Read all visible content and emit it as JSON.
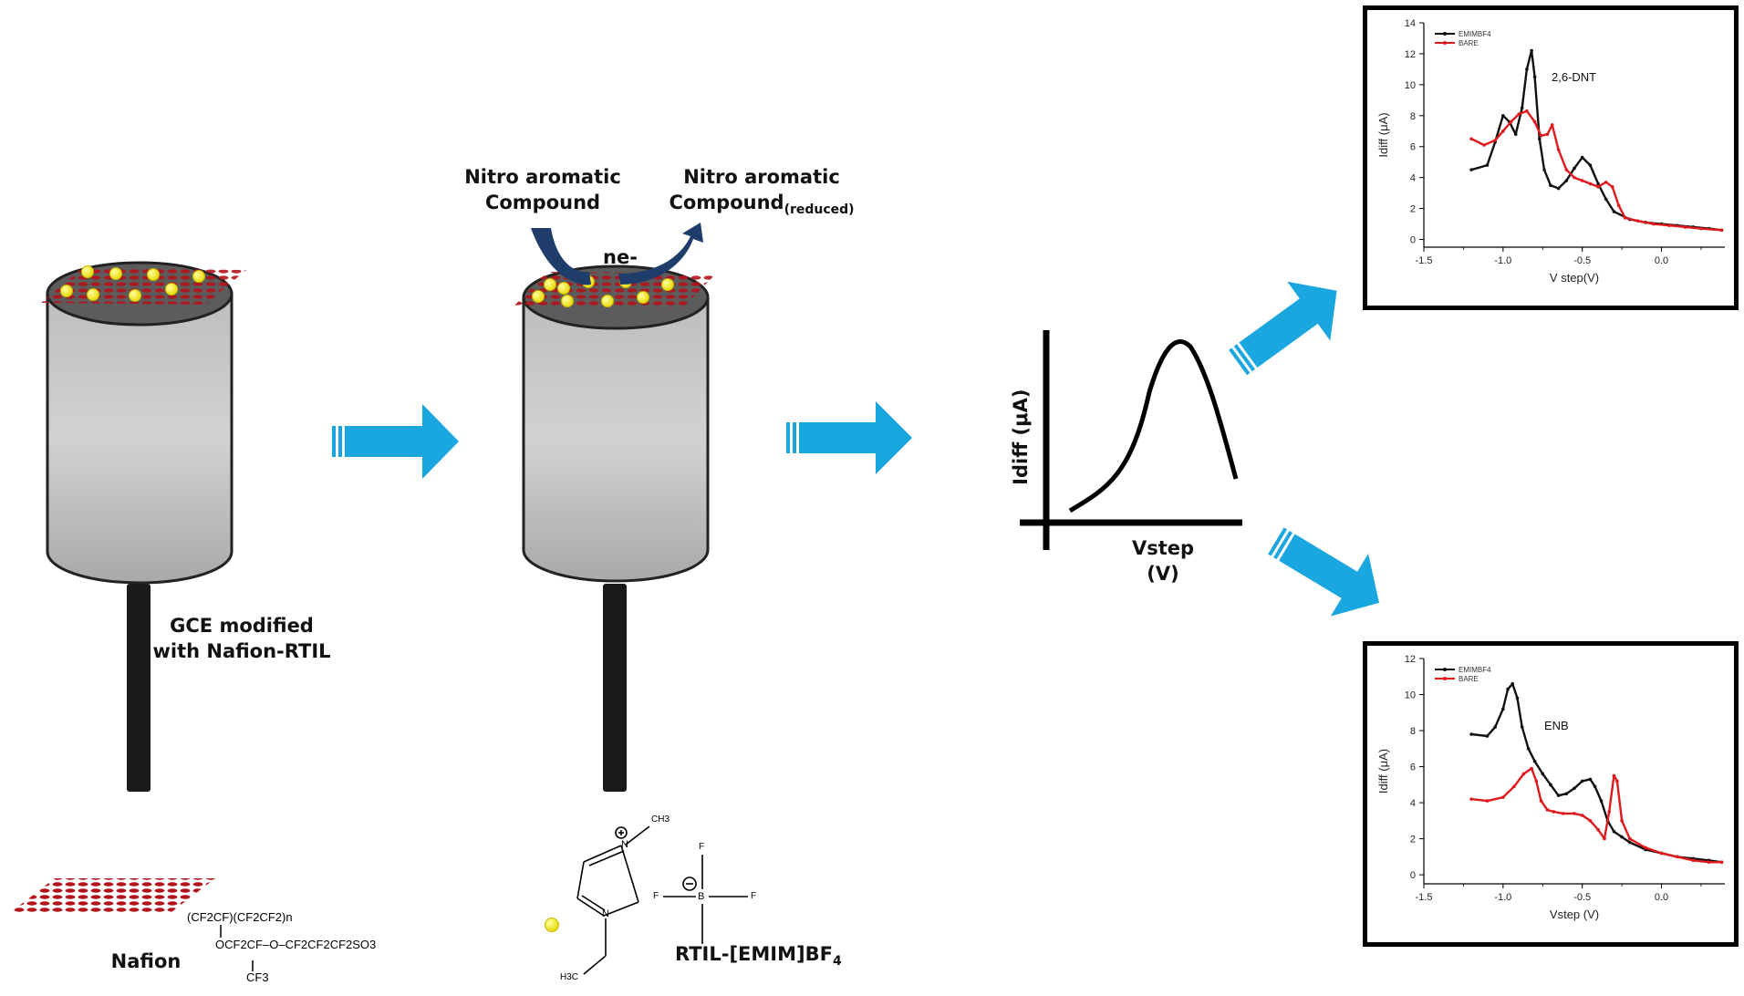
{
  "labels": {
    "gce_line1": "GCE modified",
    "gce_line2": "with Nafion-RTIL",
    "nitro_left_line1": "Nitro aromatic",
    "nitro_left_line2": "Compound",
    "nitro_right_line1": "Nitro aromatic",
    "nitro_right_line2": "Compound",
    "nitro_right_sub": "(reduced)",
    "electrons": "ne-",
    "nafion": "Nafion",
    "rtil_main": "RTIL-[EMIM]BF",
    "rtil_sub": "4"
  },
  "nafion_formula": {
    "top": "(CF2CF)(CF2CF2)n",
    "middle": "OCF2CF–O–CF2CF2CF2SO3",
    "bottom": "CF3"
  },
  "emim": {
    "methyl": "CH3",
    "ethyl": "H3C",
    "n_plus": "N",
    "n": "N",
    "boron": "B",
    "fluorine": "F"
  },
  "schematic_plot": {
    "ylabel": "Idiff (μA)",
    "xlabel": "Vstep (V)"
  },
  "colors": {
    "arrow_blue": "#1aa7e0",
    "nafion_red": "#b2141c",
    "ionic_yellow": "#f2ee1a",
    "electrode_gray": "#c8c8c8",
    "series_black": "#111111",
    "series_red": "#e0191c",
    "curved_arrow": "#1e3d6b"
  },
  "chart_data": [
    {
      "type": "line",
      "annotation": "2,6-DNT",
      "xlabel": "V step(V)",
      "ylabel": "Idiff (μA)",
      "xlim": [
        -1.5,
        0.4
      ],
      "ylim": [
        -0.5,
        14
      ],
      "xticks": [
        -1.5,
        -1.0,
        -0.5,
        0.0
      ],
      "xtick_labels": [
        "-1.5",
        "-1.0",
        "-0.5",
        "0.0"
      ],
      "yticks": [
        0,
        2,
        4,
        6,
        8,
        10,
        12,
        14
      ],
      "legend": "top-left",
      "series": [
        {
          "name": "EMIMBF4",
          "color": "#111111",
          "x": [
            -1.2,
            -1.1,
            -1.05,
            -1.0,
            -0.96,
            -0.92,
            -0.88,
            -0.85,
            -0.82,
            -0.8,
            -0.77,
            -0.74,
            -0.7,
            -0.65,
            -0.6,
            -0.55,
            -0.5,
            -0.45,
            -0.4,
            -0.35,
            -0.3,
            -0.2,
            -0.1,
            0.0,
            0.1,
            0.2,
            0.3,
            0.38
          ],
          "y": [
            4.5,
            4.8,
            6.3,
            8.0,
            7.6,
            6.8,
            8.5,
            11.0,
            12.2,
            10.5,
            6.5,
            4.5,
            3.5,
            3.3,
            3.8,
            4.6,
            5.3,
            4.8,
            3.6,
            2.6,
            1.8,
            1.3,
            1.1,
            1.0,
            0.9,
            0.8,
            0.7,
            0.6
          ]
        },
        {
          "name": "BARE",
          "color": "#e0191c",
          "x": [
            -1.2,
            -1.12,
            -1.05,
            -1.0,
            -0.95,
            -0.9,
            -0.85,
            -0.8,
            -0.76,
            -0.72,
            -0.69,
            -0.65,
            -0.6,
            -0.55,
            -0.5,
            -0.45,
            -0.4,
            -0.35,
            -0.31,
            -0.27,
            -0.23,
            -0.15,
            -0.05,
            0.05,
            0.15,
            0.25,
            0.38
          ],
          "y": [
            6.5,
            6.1,
            6.4,
            7.0,
            7.6,
            8.1,
            8.3,
            7.6,
            6.7,
            6.8,
            7.4,
            5.8,
            4.5,
            4.0,
            3.8,
            3.6,
            3.4,
            3.7,
            3.4,
            2.2,
            1.4,
            1.2,
            1.0,
            0.9,
            0.8,
            0.7,
            0.6
          ]
        }
      ]
    },
    {
      "type": "line",
      "annotation": "ENB",
      "xlabel": "Vstep (V)",
      "ylabel": "Idiff (μA)",
      "xlim": [
        -1.5,
        0.4
      ],
      "ylim": [
        -0.5,
        12
      ],
      "xticks": [
        -1.5,
        -1.0,
        -0.5,
        0.0
      ],
      "xtick_labels": [
        "-1.5",
        "-1.0",
        "-0.5",
        "0.0"
      ],
      "yticks": [
        0,
        2,
        4,
        6,
        8,
        10,
        12
      ],
      "legend": "top-left",
      "series": [
        {
          "name": "EMIMBF4",
          "color": "#111111",
          "x": [
            -1.2,
            -1.1,
            -1.05,
            -1.0,
            -0.97,
            -0.94,
            -0.91,
            -0.88,
            -0.84,
            -0.8,
            -0.75,
            -0.7,
            -0.65,
            -0.6,
            -0.55,
            -0.5,
            -0.45,
            -0.42,
            -0.38,
            -0.34,
            -0.3,
            -0.25,
            -0.2,
            -0.1,
            0.0,
            0.1,
            0.2,
            0.3,
            0.38
          ],
          "y": [
            7.8,
            7.7,
            8.2,
            9.2,
            10.3,
            10.6,
            9.8,
            8.2,
            7.0,
            6.3,
            5.6,
            5.0,
            4.4,
            4.5,
            4.8,
            5.2,
            5.3,
            4.9,
            4.1,
            3.0,
            2.4,
            2.1,
            1.8,
            1.4,
            1.2,
            1.0,
            0.9,
            0.8,
            0.7
          ]
        },
        {
          "name": "BARE",
          "color": "#e0191c",
          "x": [
            -1.2,
            -1.1,
            -1.0,
            -0.93,
            -0.87,
            -0.82,
            -0.79,
            -0.76,
            -0.72,
            -0.68,
            -0.62,
            -0.55,
            -0.5,
            -0.45,
            -0.4,
            -0.36,
            -0.33,
            -0.3,
            -0.28,
            -0.25,
            -0.2,
            -0.1,
            0.0,
            0.1,
            0.2,
            0.3,
            0.38
          ],
          "y": [
            4.2,
            4.1,
            4.3,
            4.9,
            5.6,
            5.9,
            5.2,
            4.1,
            3.6,
            3.5,
            3.4,
            3.4,
            3.3,
            3.0,
            2.5,
            2.0,
            3.5,
            5.5,
            5.2,
            3.0,
            2.0,
            1.5,
            1.2,
            1.0,
            0.8,
            0.7,
            0.7
          ]
        }
      ]
    }
  ]
}
